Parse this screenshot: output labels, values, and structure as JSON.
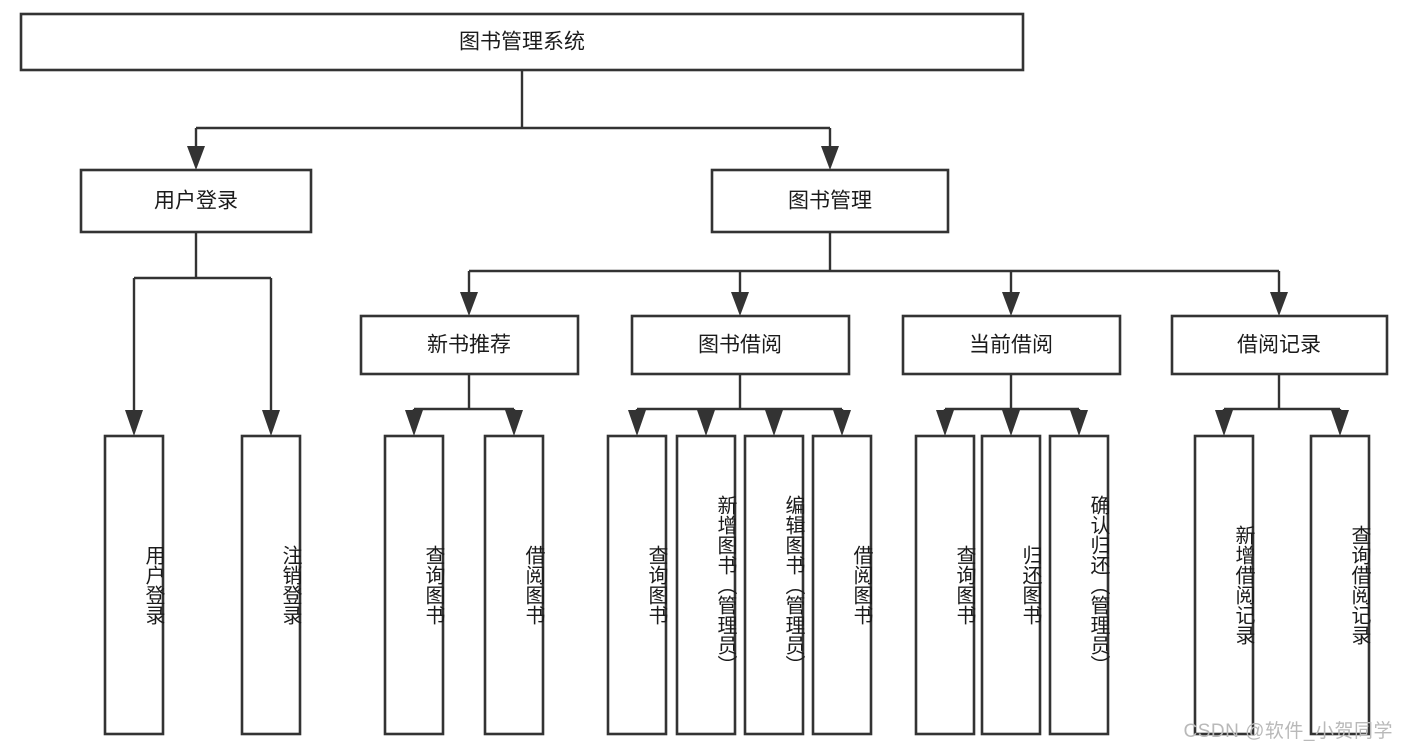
{
  "diagram": {
    "title": "图书管理系统",
    "type": "tree",
    "watermark": "CSDN @软件_小贺同学",
    "colors": {
      "box_stroke": "#333333",
      "box_fill": "#ffffff",
      "connector": "#333333",
      "text": "#1b1b1b",
      "watermark": "#b9b9b9"
    },
    "root": {
      "label": "图书管理系统"
    },
    "level2": [
      {
        "label": "用户登录"
      },
      {
        "label": "图书管理"
      }
    ],
    "level3": [
      {
        "label": "新书推荐"
      },
      {
        "label": "图书借阅"
      },
      {
        "label": "当前借阅"
      },
      {
        "label": "借阅记录"
      }
    ],
    "leaves": {
      "user_login": [
        {
          "label": "用户登录"
        },
        {
          "label": "注销登录"
        }
      ],
      "new_book_recommend": [
        {
          "label": "查询图书"
        },
        {
          "label": "借阅图书"
        }
      ],
      "book_borrow": [
        {
          "label": "查询图书"
        },
        {
          "label": "新增图书（管理员）"
        },
        {
          "label": "编辑图书（管理员）"
        },
        {
          "label": "借阅图书"
        }
      ],
      "current_borrow": [
        {
          "label": "查询图书"
        },
        {
          "label": "归还图书"
        },
        {
          "label": "确认归还（管理员）"
        }
      ],
      "borrow_records": [
        {
          "label": "新增借阅记录"
        },
        {
          "label": "查询借阅记录"
        }
      ]
    }
  }
}
